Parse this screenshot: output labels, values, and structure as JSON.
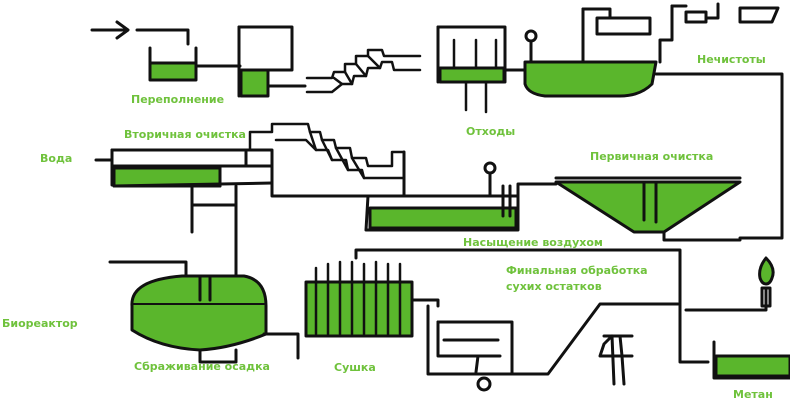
{
  "colors": {
    "accent_green": "#5ab62c",
    "label_green": "#6fc23c",
    "stroke": "#111111",
    "background": "#ffffff"
  },
  "labels": {
    "overflow": "Переполнение",
    "waste": "Отходы",
    "impurities": "Нечистоты",
    "secondary_treatment": "Вторичная очистка",
    "water": "Вода",
    "primary_treatment": "Первичная очистка",
    "aeration": "Насыщение воздухом",
    "final_treatment": "Финальная обработка сухих остатков",
    "bioreactor": "Биореактор",
    "sludge_digestion": "Сбраживание осадка",
    "drying": "Сушка",
    "methane": "Метан"
  },
  "icons": {
    "inlet": "arrow-right-icon",
    "flame": "flame-icon"
  }
}
